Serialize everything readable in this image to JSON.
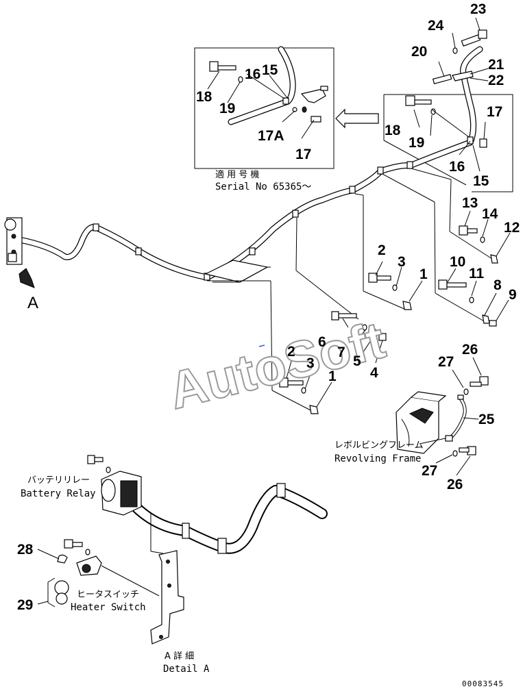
{
  "callouts": {
    "n1a": "1",
    "n2a": "2",
    "n3a": "3",
    "n1b": "1",
    "n2b": "2",
    "n3b": "3",
    "n4": "4",
    "n5": "5",
    "n6": "6",
    "n7": "7",
    "n8": "8",
    "n9": "9",
    "n10": "10",
    "n11": "11",
    "n12": "12",
    "n13": "13",
    "n14": "14",
    "n15a": "15",
    "n16a": "16",
    "n15b": "15",
    "n16b": "16",
    "n17a": "17",
    "n17b": "17",
    "n17A": "17A",
    "n18a": "18",
    "n19a": "19",
    "n18b": "18",
    "n19b": "19",
    "n20": "20",
    "n21": "21",
    "n22": "22",
    "n23": "23",
    "n24": "24",
    "n25": "25",
    "n26a": "26",
    "n26b": "26",
    "n27a": "27",
    "n27b": "27",
    "n28": "28",
    "n29": "29"
  },
  "view_marker": "A",
  "serial_box": {
    "jp": "適 用 号 機",
    "en": "Serial No 65365～"
  },
  "revolving_frame": {
    "jp": "レボルビングフレーム",
    "en": "Revolving Frame"
  },
  "battery_relay": {
    "jp": "バッテリリレー",
    "en": "Battery Relay"
  },
  "heater_switch": {
    "jp": "ヒータスイッチ",
    "en": "Heater Switch"
  },
  "detail": {
    "jp": "A 詳 細",
    "en": "Detail A"
  },
  "watermark": "AutoSoft",
  "drawing_code": "00083545"
}
